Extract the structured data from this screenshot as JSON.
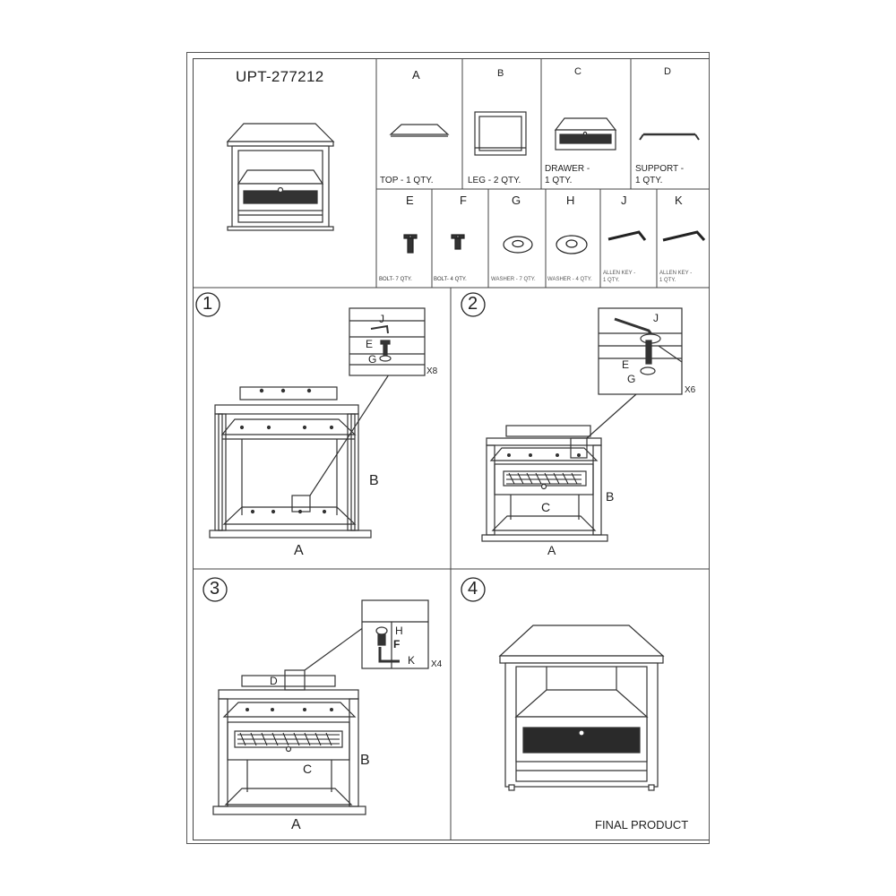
{
  "model": "UPT-277212",
  "parts_row1": [
    {
      "letter": "A",
      "desc": "TOP - 1 QTY."
    },
    {
      "letter": "B",
      "desc": "LEG - 2 QTY."
    },
    {
      "letter": "C",
      "desc_line1": "DRAWER -",
      "desc_line2": "1 QTY."
    },
    {
      "letter": "D",
      "desc_line1": "SUPPORT -",
      "desc_line2": "1 QTY."
    }
  ],
  "parts_row2": [
    {
      "letter": "E",
      "desc": "BOLT- 7 QTY."
    },
    {
      "letter": "F",
      "desc": "BOLT- 4 QTY."
    },
    {
      "letter": "G",
      "desc": "WASHER - 7 QTY."
    },
    {
      "letter": "H",
      "desc": "WASHER - 4 QTY."
    },
    {
      "letter": "J",
      "desc_line1": "ALLEN KEY -",
      "desc_line2": "1 QTY."
    },
    {
      "letter": "K",
      "desc_line1": "ALLEN KEY -",
      "desc_line2": "1 QTY."
    }
  ],
  "steps": [
    {
      "number": "1",
      "callout": [
        "J",
        "E",
        "G"
      ],
      "multiplier": "X8",
      "labels": [
        "A",
        "B"
      ]
    },
    {
      "number": "2",
      "callout": [
        "J",
        "E",
        "G"
      ],
      "multiplier": "X6",
      "labels": [
        "A",
        "B",
        "C"
      ]
    },
    {
      "number": "3",
      "callout": [
        "H",
        "F",
        "K"
      ],
      "multiplier": "X4",
      "labels": [
        "A",
        "B",
        "C",
        "D"
      ]
    },
    {
      "number": "4",
      "caption": "FINAL PRODUCT"
    }
  ]
}
